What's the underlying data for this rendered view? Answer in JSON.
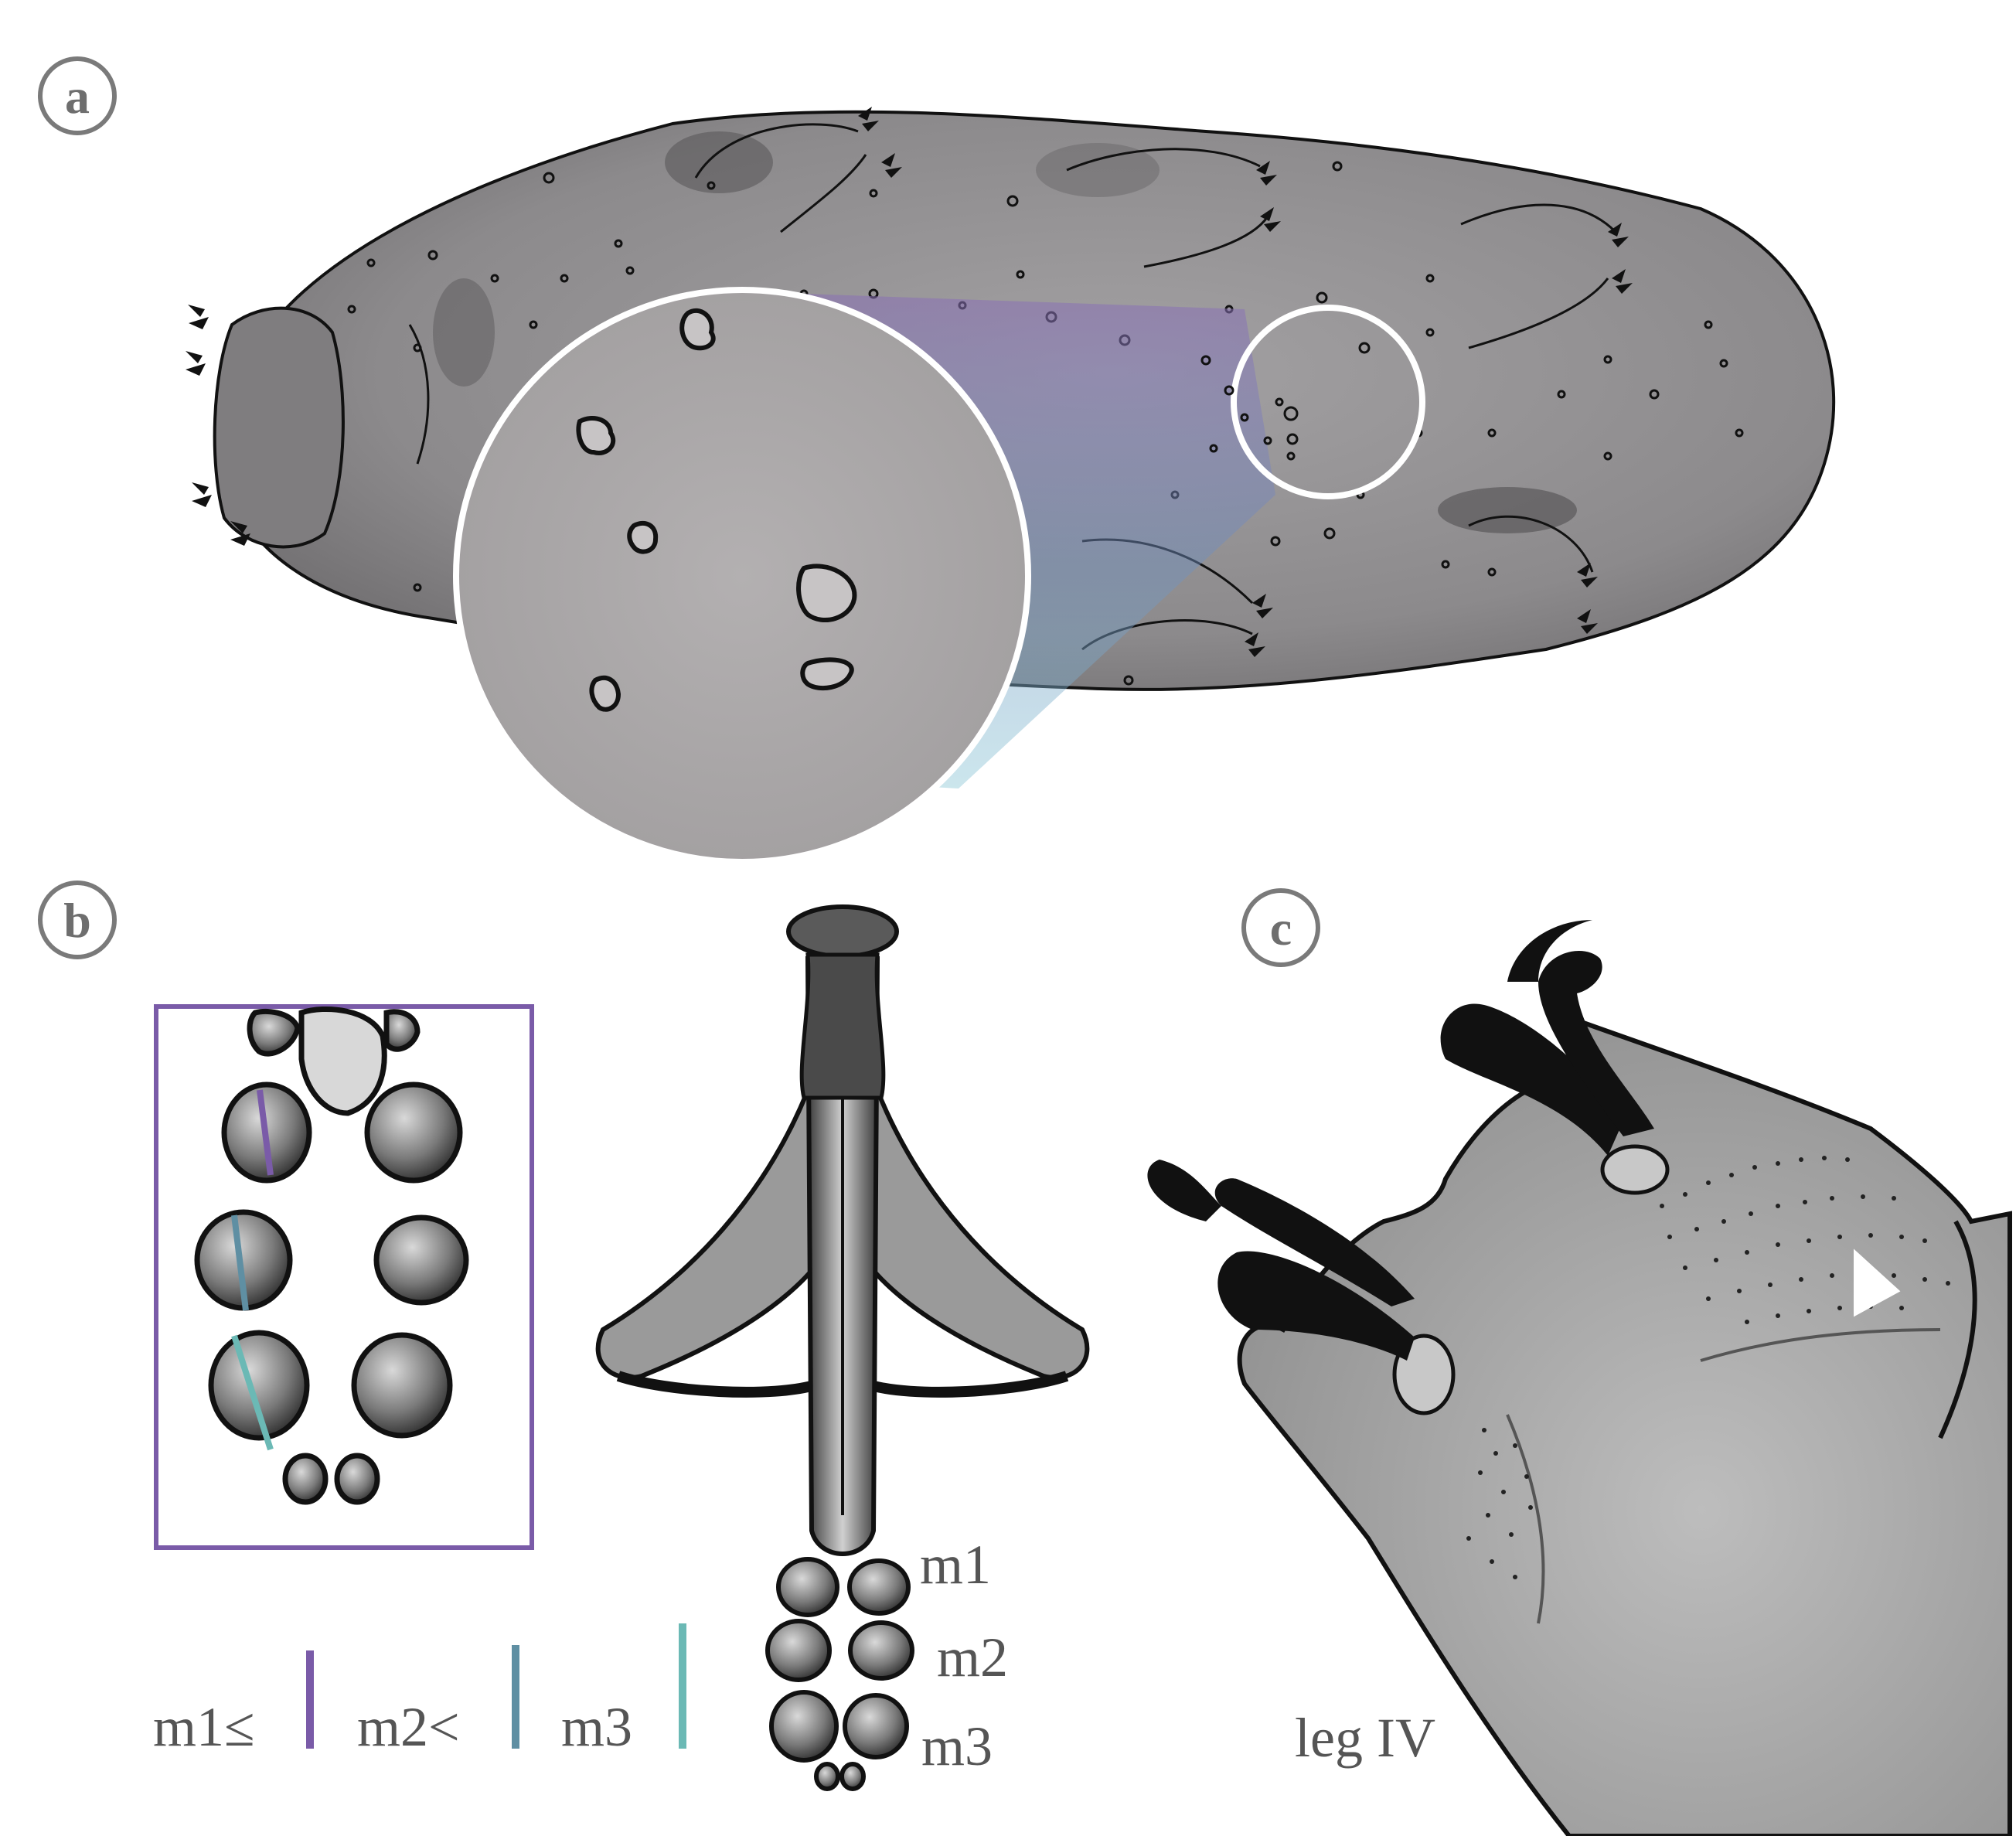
{
  "panels": {
    "a": {
      "letter": "a"
    },
    "b": {
      "letter": "b",
      "macroplacoid_labels": [
        "m1",
        "m2",
        "m3"
      ],
      "ratio_legend": [
        "m1≤",
        "m2<",
        "m3"
      ]
    },
    "c": {
      "letter": "c",
      "caption": "leg IV"
    }
  },
  "colors": {
    "purple": "#7a5ba8",
    "slate": "#5f8fa3",
    "teal": "#6bb9b5",
    "body_gray": "#8f8d8f",
    "ink": "#111111",
    "panel_letter": "#6e6e6e"
  }
}
